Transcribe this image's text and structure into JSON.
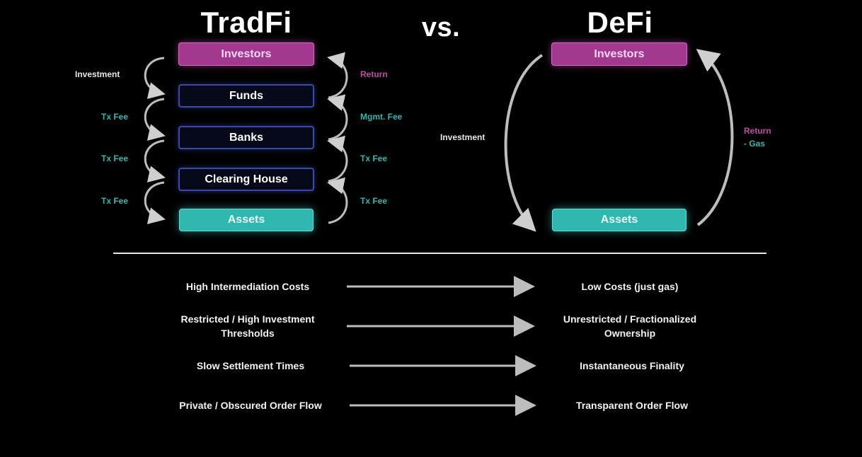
{
  "titles": {
    "left": "TradFi",
    "vs": "vs.",
    "right": "DeFi"
  },
  "tradfi": {
    "boxes": [
      "Investors",
      "Funds",
      "Banks",
      "Clearing House",
      "Assets"
    ],
    "left_labels": [
      "Investment",
      "Tx Fee",
      "Tx Fee",
      "Tx Fee"
    ],
    "right_labels": [
      "Return",
      "Mgmt. Fee",
      "Tx Fee",
      "Tx Fee"
    ]
  },
  "defi": {
    "investors": "Investors",
    "assets": "Assets",
    "investment_label": "Investment",
    "return_label": "Return",
    "gas_label": "- Gas"
  },
  "comparisons": [
    {
      "tradfi": "High Intermediation Costs",
      "defi": "Low Costs (just gas)"
    },
    {
      "tradfi": "Restricted / High Investment Thresholds",
      "defi": "Unrestricted / Fractionalized Ownership"
    },
    {
      "tradfi": "Slow Settlement Times",
      "defi": "Instantaneous Finality"
    },
    {
      "tradfi": "Private / Obscured Order Flow",
      "defi": "Transparent Order Flow"
    }
  ],
  "colors": {
    "investors": "#a2398f",
    "assets": "#2fb7b0",
    "fee_text": "#2fb7b0",
    "return_text": "#c04aa6",
    "mid_border": "#3a4aa8"
  }
}
